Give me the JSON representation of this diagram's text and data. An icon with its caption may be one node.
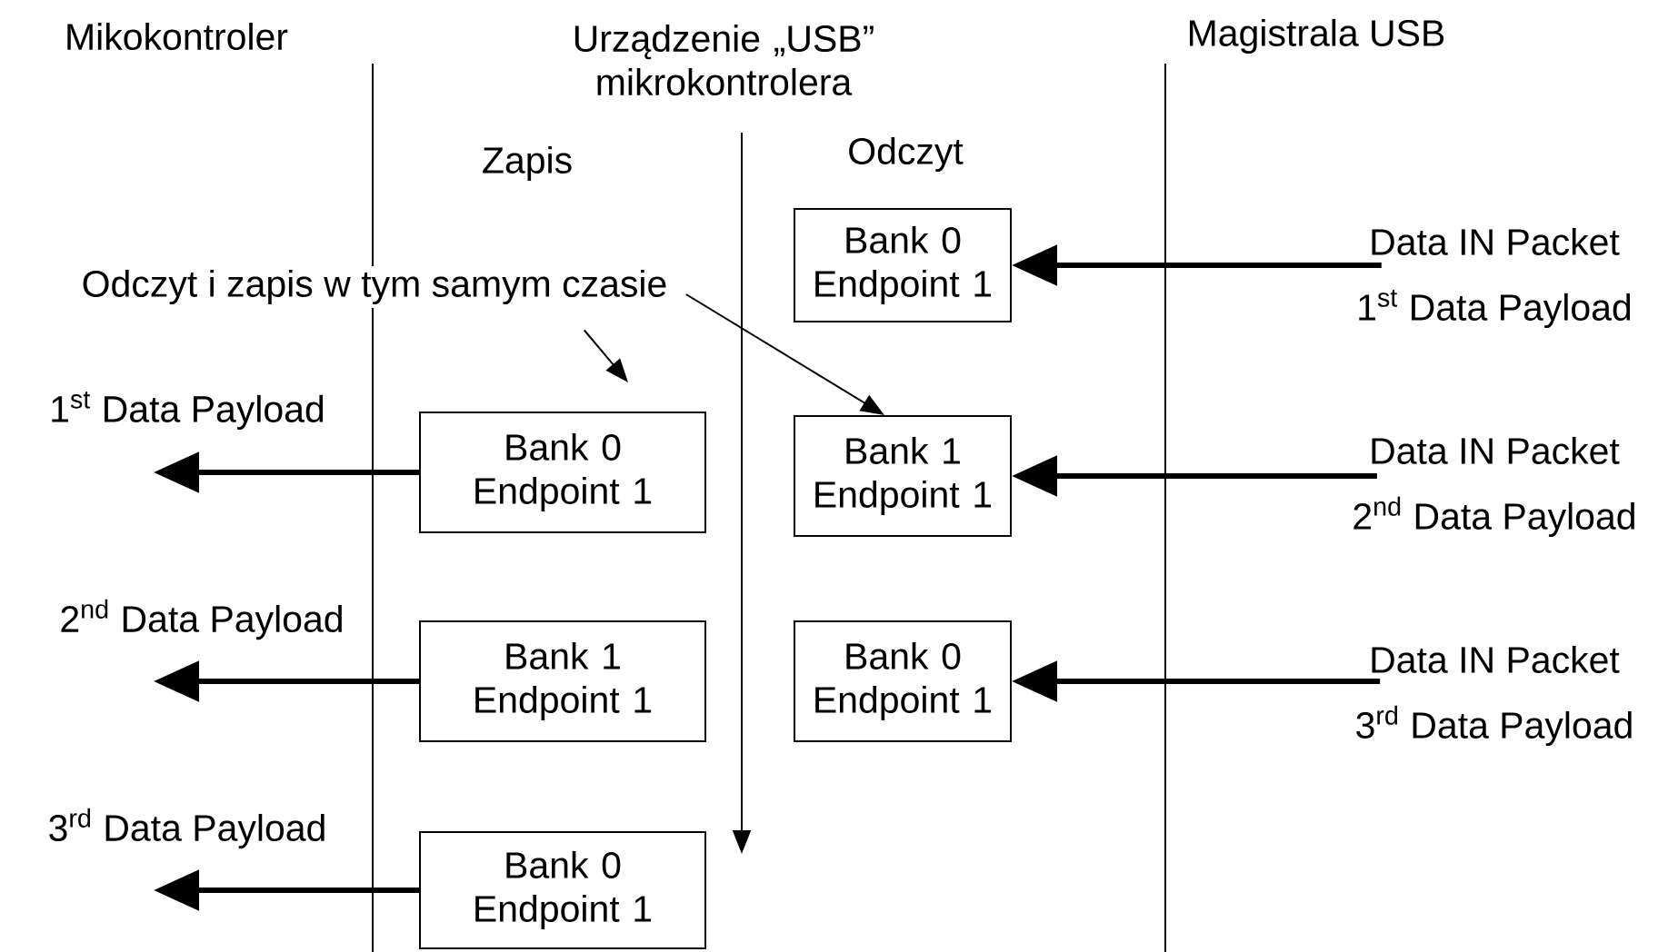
{
  "diagram": {
    "nodes": [
      {
        "text": [
          "Bank 0 Endpoint 1"
        ]
      },
      {
        "text": [
          "Data IN Packet",
          "1$^{st}$ Data Payload"
        ]
      },
      {
        "text": [
          "Odczyt i zapis w tym samym czasie"
        ]
      },
      {
        "text": [
          "Bank 0 Endpoint 1"
        ]
      },
      {
        "text": [
          "Bank 1 Endpoint 1"
        ]
      },
      {
        "text": [
          "Data IN Packet",
          "2$^{nd}$ Data Payload"
        ]
      },
      {
        "text": [
          "Bank 1 Endpoint 1"
        ]
      },
      {
        "text": [
          "Bank 0 Endpoint 1"
        ]
      },
      {
        "text": [
          "Data IN Packet",
          "3$^{rd}$ Data Payload"
        ]
      },
      {
        "text": [
          "Bank 0 Endpoint 1"
        ]
      }
    ],
    "edges": [
      {
        "from": 1,
        "to": 0,
        "arrow": "to"
      },
      {
        "from": 2,
        "to": 3,
        "arrow": "to"
      },
      {
        "from": 2,
        "to": 4,
        "arrow": "to"
      },
      {
        "from": 3,
        "to": null,
        "arrow": "to",
        "label": "1$^{st}$ Data Payload"
      },
      {
        "from": 5,
        "to": 4,
        "arrow": "to"
      },
      {
        "from": 6,
        "to": null,
        "arrow": "to",
        "label": "2$^{nd}$ Data Payload"
      },
      {
        "from": 8,
        "to": 7,
        "arrow": "to"
      },
      {
        "from": 9,
        "to": null,
        "arrow": "to",
        "label": "3$^{rd}$ Data Payload"
      }
    ],
    "labels": [
      "Mikokontroler",
      "Urządzenie „USB” mikrokontrolera",
      "Magistrala USB",
      "Zapis",
      "Odczyt"
    ]
  }
}
